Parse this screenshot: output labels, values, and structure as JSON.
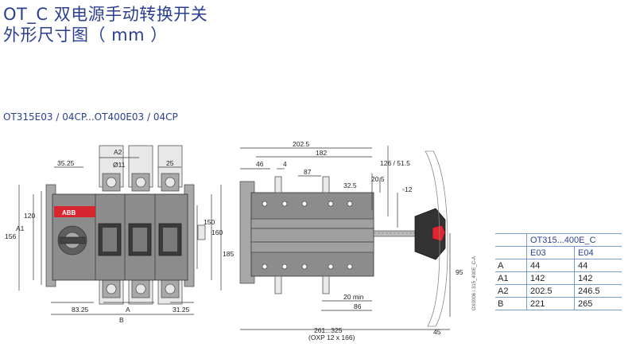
{
  "title_line1": "OT_C 双电源手动转换开关",
  "title_line2": "外形尺寸图（ mm ）",
  "subtitle": "OT315E03 / 04CP...OT400E03 / 04CP",
  "brand": "ABB",
  "front_view": {
    "dims": {
      "a2": "A2",
      "phi11": "Ø11",
      "d35": "35.25",
      "d25": "25",
      "d120": "120",
      "a1": "A1",
      "d156": "156",
      "d150": "150",
      "d160": "160",
      "d185": "185",
      "d83": "83.25",
      "a": "A",
      "d31": "31.25",
      "b": "B"
    }
  },
  "side_view": {
    "dims": {
      "d202": "202.5",
      "d182": "182",
      "d46": "46",
      "d4": "4",
      "d87": "87",
      "d126": "126 / 51.5",
      "d20": "20.5",
      "d32": "32.5",
      "sq12": "▫12",
      "d95": "95",
      "d20min": "20 min",
      "d86": "86",
      "d261": "261...325",
      "oxp": "(OXP 12 x 166)",
      "d45": "45"
    }
  },
  "table": {
    "header": "OT315...400E_C",
    "columns": [
      "E03",
      "E04"
    ],
    "rows": [
      {
        "key": "A",
        "e03": "44",
        "e04": "44"
      },
      {
        "key": "A1",
        "e03": "142",
        "e04": "142"
      },
      {
        "key": "A2",
        "e03": "202.5",
        "e04": "246.5"
      },
      {
        "key": "B",
        "e03": "221",
        "e04": "265"
      }
    ]
  },
  "drawing_code": "OX0006 / 315_400E_C-A"
}
